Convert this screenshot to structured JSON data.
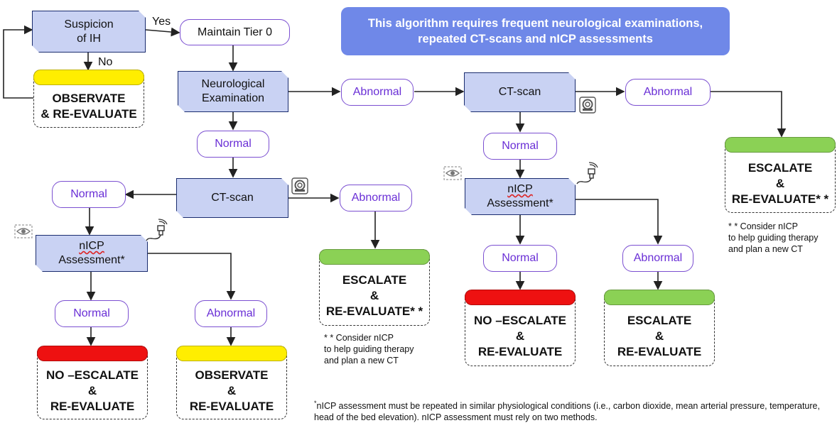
{
  "banner": {
    "line1": "This algorithm requires frequent neurological examinations,",
    "line2": "repeated CT-scans and nICP assessments"
  },
  "nodes": {
    "suspicion": {
      "line1": "Suspicion",
      "line2": "of IH"
    },
    "maintain": "Maintain Tier 0",
    "neuro": {
      "line1": "Neurological",
      "line2": "Examination"
    },
    "ct_scan": "CT-scan",
    "nicp": {
      "word": "nICP",
      "line2": "Assessment*"
    }
  },
  "labels": {
    "yes": "Yes",
    "no": "No",
    "normal": "Normal",
    "abnormal": "Abnormal"
  },
  "outcomes": {
    "observate": {
      "line1": "OBSERVATE",
      "line2": "& RE-EVALUATE"
    },
    "observate_split": {
      "line1": "OBSERVATE",
      "line2": "&",
      "line3": "RE-EVALUATE"
    },
    "escalate_star": {
      "line1": "ESCALATE",
      "line2": "&",
      "line3": "RE-EVALUATE* *"
    },
    "escalate": {
      "line1": "ESCALATE",
      "line2": "&",
      "line3": "RE-EVALUATE"
    },
    "no_escalate": {
      "line1": "NO –ESCALATE",
      "line2": "&",
      "line3": "RE-EVALUATE"
    }
  },
  "notes": {
    "consider": {
      "line1": "* * Consider nICP",
      "line2": "to help guiding therapy",
      "line3": "and plan a new CT"
    }
  },
  "footnote": {
    "marker": "*",
    "text": "nICP assessment must be repeated in similar physiological conditions (i.e., carbon dioxide, mean arterial pressure, temperature, head of the bed elevation). nICP assessment must rely on two methods."
  },
  "colors": {
    "process_fill": "#c9d2f3",
    "process_border": "#1a2c6e",
    "pill_text": "#6a2fd6",
    "banner": "#6f88e8",
    "yellow": "#ffee00",
    "green": "#8bd155",
    "red": "#ee1111"
  },
  "icons": [
    "ct-scanner-icon",
    "eye-icon",
    "ultrasound-probe-icon"
  ]
}
